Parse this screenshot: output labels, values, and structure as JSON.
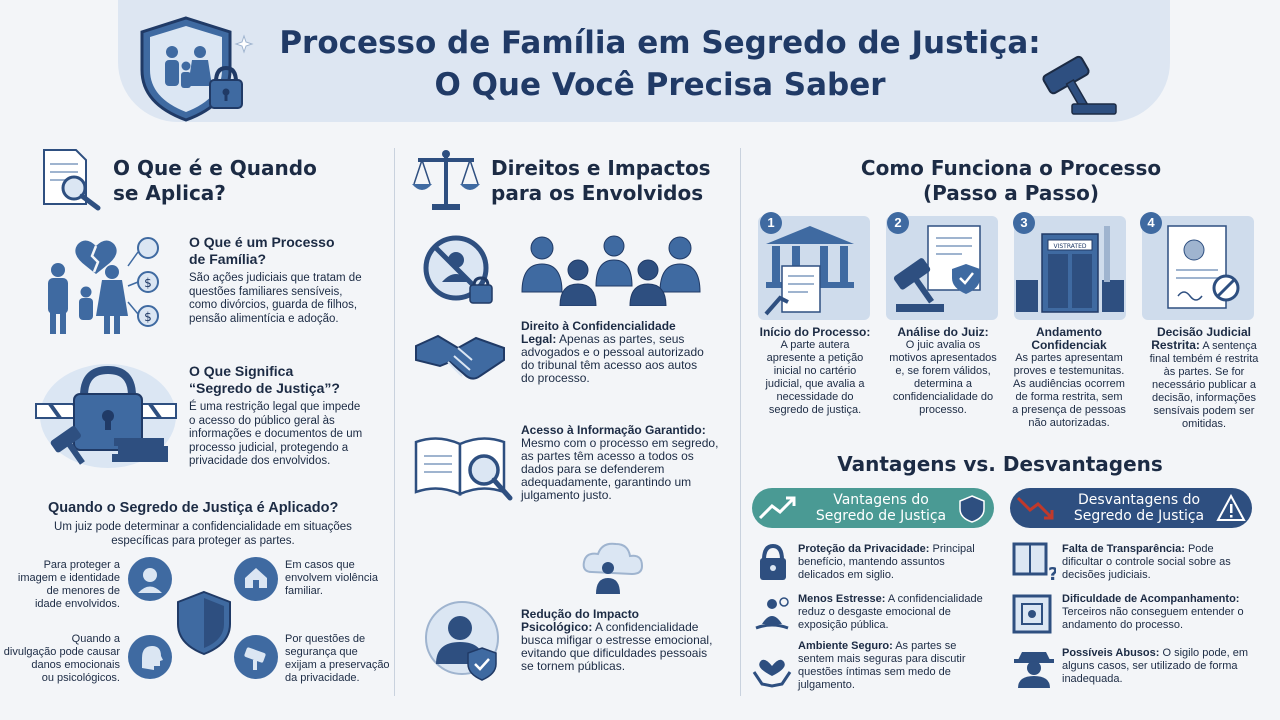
{
  "header": {
    "title_line1": "Processo de Família em Segredo de Justiça:",
    "title_line2": "O Que Você Precisa Saber"
  },
  "col1": {
    "title_l1": "O Que é e Quando",
    "title_l2": "se Aplica?",
    "what": {
      "title_l1": "O Que é um Processo",
      "title_l2": "de Família?",
      "lines": [
        "São ações judiciais que tratam de",
        "questões familiares sensíveis,",
        "como divórcios, guarda de filhos,",
        "pensão alimentícia e adoção."
      ]
    },
    "meaning": {
      "title_l1": "O Que Significa",
      "title_l2": "“Segredo de Justiça”?",
      "lines": [
        "É uma restrição legal que impede",
        "o acesso do público geral às",
        "informações e documentos de um",
        "processo judicial, protegendo a",
        "privacidade dos envolvidos."
      ]
    },
    "when": {
      "title": "Quando o Segredo de Justiça é Aplicado?",
      "intro_l1": "Um juiz pode determinar a confidencialidade em situações",
      "intro_l2": "específicas para proteger as partes.",
      "case1": [
        "Para proteger a",
        "imagem e identidade",
        "de menores de",
        "idade envolvidos."
      ],
      "case2": [
        "Em casos que",
        "envolvem violência",
        "familiar."
      ],
      "case3": [
        "Quando a",
        "divulgação pode causar",
        "danos emocionais",
        "ou psicológicos."
      ],
      "case4": [
        "Por questões de",
        "segurança que",
        "exijam a preservação",
        "da privacidade."
      ]
    }
  },
  "col2": {
    "title_l1": "Direitos e Impactos",
    "title_l2": "para os Envolvidos",
    "conf": {
      "title_l1": "Direito à Confidencialidade",
      "title_l2": "Legal:",
      "title_rest": "Apenas as partes, seus",
      "lines": [
        "advogados e o pessoal autorizado",
        "do tribunal têm acesso aos autos",
        "do processo."
      ]
    },
    "access": {
      "title": "Acesso à Informação Garantido:",
      "lines": [
        "Mesmo com o processo em segredo,",
        "as partes têm acesso a todos os",
        "dados para se defenderem",
        "adequadamente, garantindo um",
        "julgamento justo."
      ]
    },
    "impact": {
      "title_l1": "Redução do Impacto",
      "title_l2": "Psicológico:",
      "title_rest": "A confidencialidade",
      "lines": [
        "busca mifigar o estresse emocional,",
        "evitando que dificuldades pessoais",
        "se tornem públicas."
      ]
    }
  },
  "col3": {
    "title_l1": "Como Funciona o Processo",
    "title_l2": "(Passo a Passo)",
    "steps": [
      {
        "num": "1",
        "lines": [
          "Início do Processo:",
          "A parte autera",
          "apresente a petição",
          "inicial no cartério",
          "judicial, que avalia a",
          "necessidade do",
          "segredo de justiça."
        ]
      },
      {
        "num": "2",
        "lines": [
          "Análise do Juiz:",
          "O juic avalia os",
          "motivos apresentados",
          "e, se forem válidos,",
          "determina a",
          "confidencialidade do",
          "processo."
        ]
      },
      {
        "num": "3",
        "lines": [
          "Andamento",
          "Confidenciak",
          "As partes apresentam",
          "proves e testemunitas.",
          "As audiências ocorrem",
          "de forma restrita, sem",
          "a presença de pessoas",
          "não autorizadas."
        ]
      },
      {
        "num": "4",
        "lines": [
          "Decisão Judicial",
          "Restrita:",
          "A sentença",
          "final tembém é restrita",
          "às partes. Se for",
          "necessário publicar a",
          "decisão, informações",
          "sensívais podem ser",
          "omitidas."
        ]
      }
    ],
    "door_sign": "VISTRATED",
    "vs_title": "Vantagens vs. Desvantagens",
    "adv": {
      "label_l1": "Vantagens do",
      "label_l2": "Segredo de Justiça",
      "items": [
        {
          "bold": "Proteção da Privacidade:",
          "text": [
            "Principal",
            "benefício, mantendo assuntos",
            "delicados em siglio."
          ]
        },
        {
          "bold": "Menos Estresse:",
          "text": [
            "A confidencialidade",
            "reduz o desgaste emocional de",
            "exposição pública."
          ]
        },
        {
          "bold": "Ambiente Seguro:",
          "text": [
            "As partes se",
            "sentem mais seguras para discutir",
            "questões íntimas sem medo de",
            "julgamento."
          ]
        }
      ]
    },
    "dis": {
      "label_l1": "Desvantagens do",
      "label_l2": "Segredo de Justiça",
      "items": [
        {
          "bold": "Falta de Transparência:",
          "text": [
            "Pode",
            "dificultar o controle social sobre as",
            "decisões judiciais."
          ]
        },
        {
          "bold": "Dificuldade de Acompanhamento:",
          "text": [
            "",
            "Terceiros não conseguem entender o",
            "andamento do processo."
          ]
        },
        {
          "bold": "Possíveis Abusos:",
          "text": [
            "O sigilo pode, em",
            "alguns casos, ser utilizado de forma",
            "inadequada."
          ]
        }
      ]
    }
  },
  "colors": {
    "navy": "#203a66",
    "mid_blue": "#3f6aa1",
    "light_blue": "#cfdcec",
    "teal": "#4a9a94",
    "dark_blue_pill": "#2e4f80",
    "red": "#c0392b"
  }
}
